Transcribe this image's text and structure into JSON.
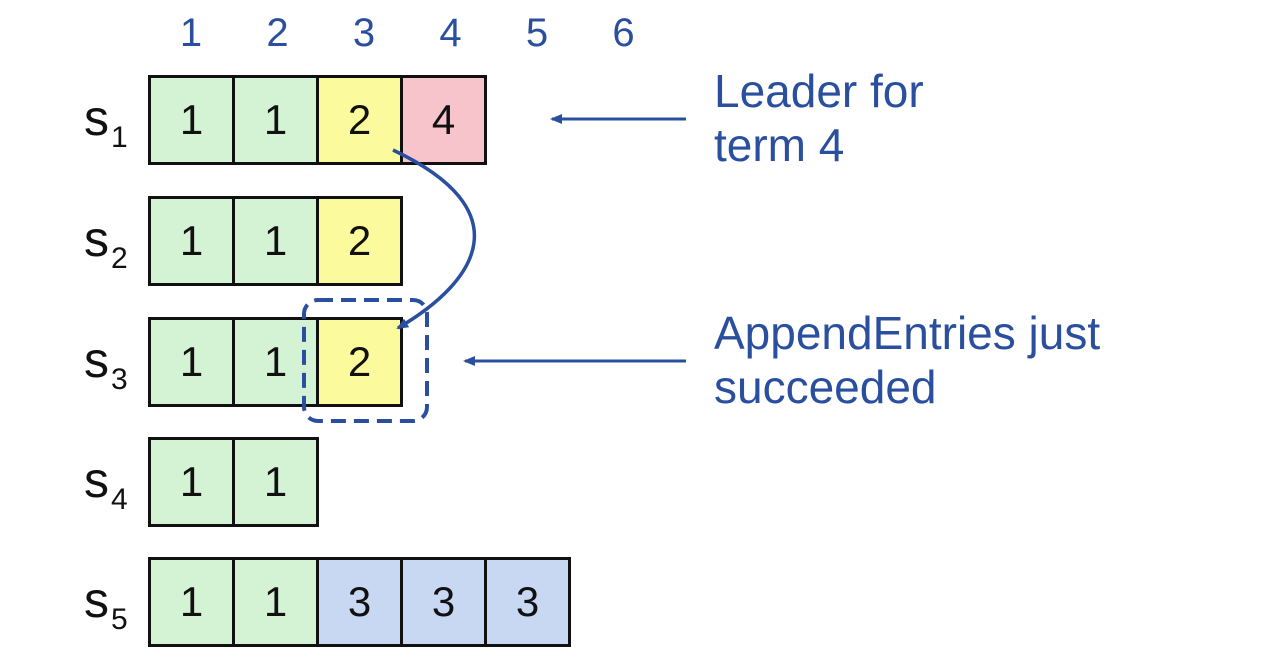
{
  "colors": {
    "term1": "#d4f2d4",
    "term2": "#fbfb9e",
    "term3": "#c9d8f2",
    "term4": "#f8c4cb",
    "accent": "#2a4f9e"
  },
  "log_indices": [
    "1",
    "2",
    "3",
    "4",
    "5",
    "6"
  ],
  "servers": [
    {
      "name": "s",
      "num": "1",
      "entries": [
        "1",
        "1",
        "2",
        "4"
      ]
    },
    {
      "name": "s",
      "num": "2",
      "entries": [
        "1",
        "1",
        "2"
      ]
    },
    {
      "name": "s",
      "num": "3",
      "entries": [
        "1",
        "1",
        "2"
      ]
    },
    {
      "name": "s",
      "num": "4",
      "entries": [
        "1",
        "1"
      ]
    },
    {
      "name": "s",
      "num": "5",
      "entries": [
        "1",
        "1",
        "3",
        "3",
        "3"
      ]
    }
  ],
  "callouts": {
    "leader": "Leader for\nterm 4",
    "append": "AppendEntries just\nsucceeded"
  }
}
